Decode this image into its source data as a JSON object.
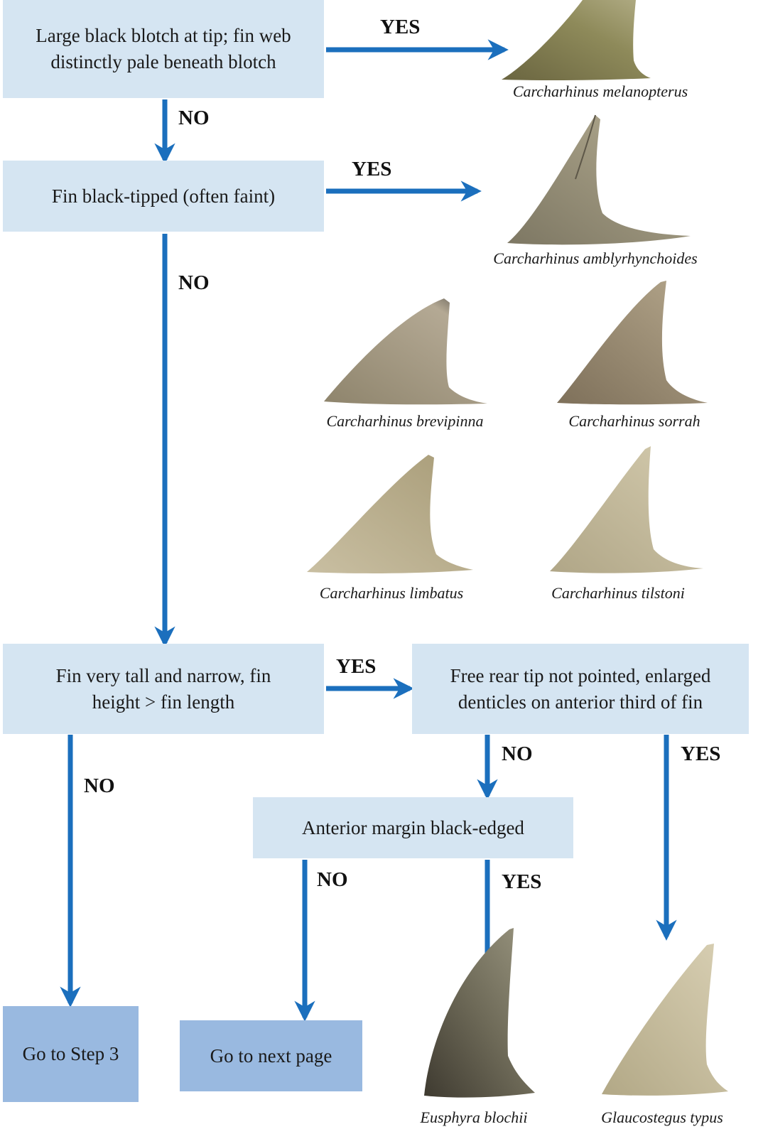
{
  "colors": {
    "box": "#d5e5f2",
    "terminal_box": "#99b9e0",
    "arrow": "#1b6fbd"
  },
  "boxes": {
    "q1": "Large black blotch at tip; fin web distinctly pale beneath blotch",
    "q2": "Fin black-tipped (often faint)",
    "q3": "Fin very tall and narrow, fin height > fin length",
    "q4": "Free rear tip not pointed, enlarged denticles on anterior third of fin",
    "q5": "Anterior margin black-edged",
    "t1": "Go to Step 3",
    "t2": "Go to next page"
  },
  "labels": {
    "q1_yes": "YES",
    "q1_no": "NO",
    "q2_yes": "YES",
    "q2_no": "NO",
    "q3_yes": "YES",
    "q3_no": "NO",
    "q4_no": "NO",
    "q4_yes": "YES",
    "q5_no": "NO",
    "q5_yes": "YES"
  },
  "species": {
    "melanopterus": "Carcharhinus melanopterus",
    "amblyrhynchoides": "Carcharhinus amblyrhynchoides",
    "brevipinna": "Carcharhinus brevipinna",
    "sorrah": "Carcharhinus sorrah",
    "limbatus": "Carcharhinus limbatus",
    "tilstoni": "Carcharhinus tilstoni",
    "blochii": "Eusphyra blochii",
    "typus": "Glaucostegus typus"
  }
}
